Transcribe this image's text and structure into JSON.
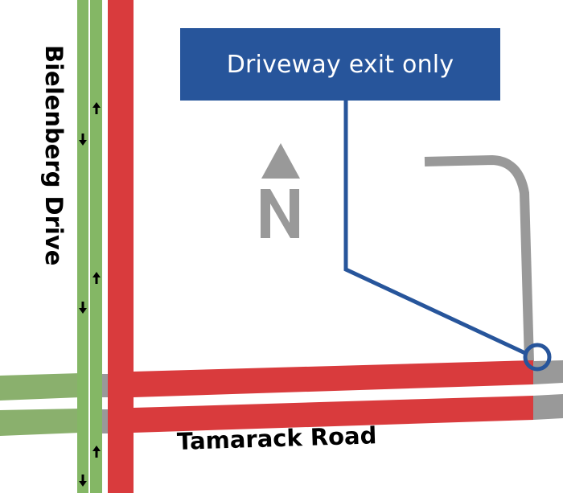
{
  "map": {
    "callout": {
      "label": "Driveway exit only",
      "color": "#27559b"
    },
    "streets": {
      "vertical": {
        "name": "Bielenberg Drive"
      },
      "horizontal": {
        "name": "Tamarack Road"
      }
    },
    "north_indicator": {
      "icon": "north-arrow-icon",
      "letter": "N",
      "color": "#999999"
    },
    "colors": {
      "green_route": "#84b765",
      "red_route": "#d93b3d",
      "gray_road": "#999999",
      "callout_blue": "#27559b",
      "background": "#ffffff"
    },
    "lane_arrows": {
      "southbound_icon": "arrow-down-icon",
      "northbound_icon": "arrow-up-icon"
    }
  }
}
